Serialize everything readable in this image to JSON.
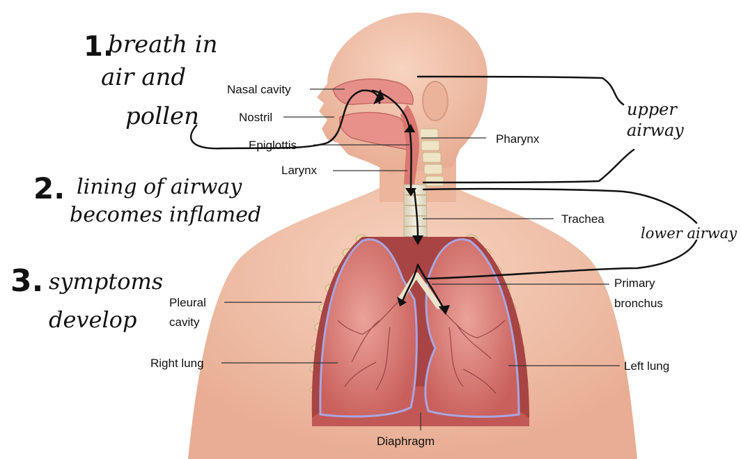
{
  "title_partial": "",
  "labels": {
    "nasal_cavity": "Nasal cavity",
    "nostril": "Nostril",
    "epiglottis": "Epiglottis",
    "larynx": "Larynx",
    "pharynx": "Pharynx",
    "trachea": "Trachea",
    "primary_bronchus_1": "Primary",
    "primary_bronchus_2": "bronchus",
    "pleural_cavity_1": "Pleural",
    "pleural_cavity_2": "cavity",
    "right_lung": "Right lung",
    "left_lung": "Left lung",
    "diaphragm": "Diaphragm"
  },
  "annotations": {
    "step1_num": "1.",
    "step1_line1": "breath in",
    "step1_line2": "air and",
    "step1_line3": "pollen",
    "step2_num": "2.",
    "step2_line1": "lining of airway",
    "step2_line2": "becomes inflamed",
    "step3_num": "3.",
    "step3_line1": "symptoms",
    "step3_line2": "develop",
    "upper_airway_1": "upper",
    "upper_airway_2": "airway",
    "lower_airway": "lower airway"
  },
  "colors": {
    "skin": "#f2c3ac",
    "skin_shadow": "#e3a58b",
    "lung": "#d9807a",
    "lung_edge": "#b64a4a",
    "pleura": "#a9a6e0",
    "trachea": "#e9e2cf",
    "ink": "#111111"
  }
}
